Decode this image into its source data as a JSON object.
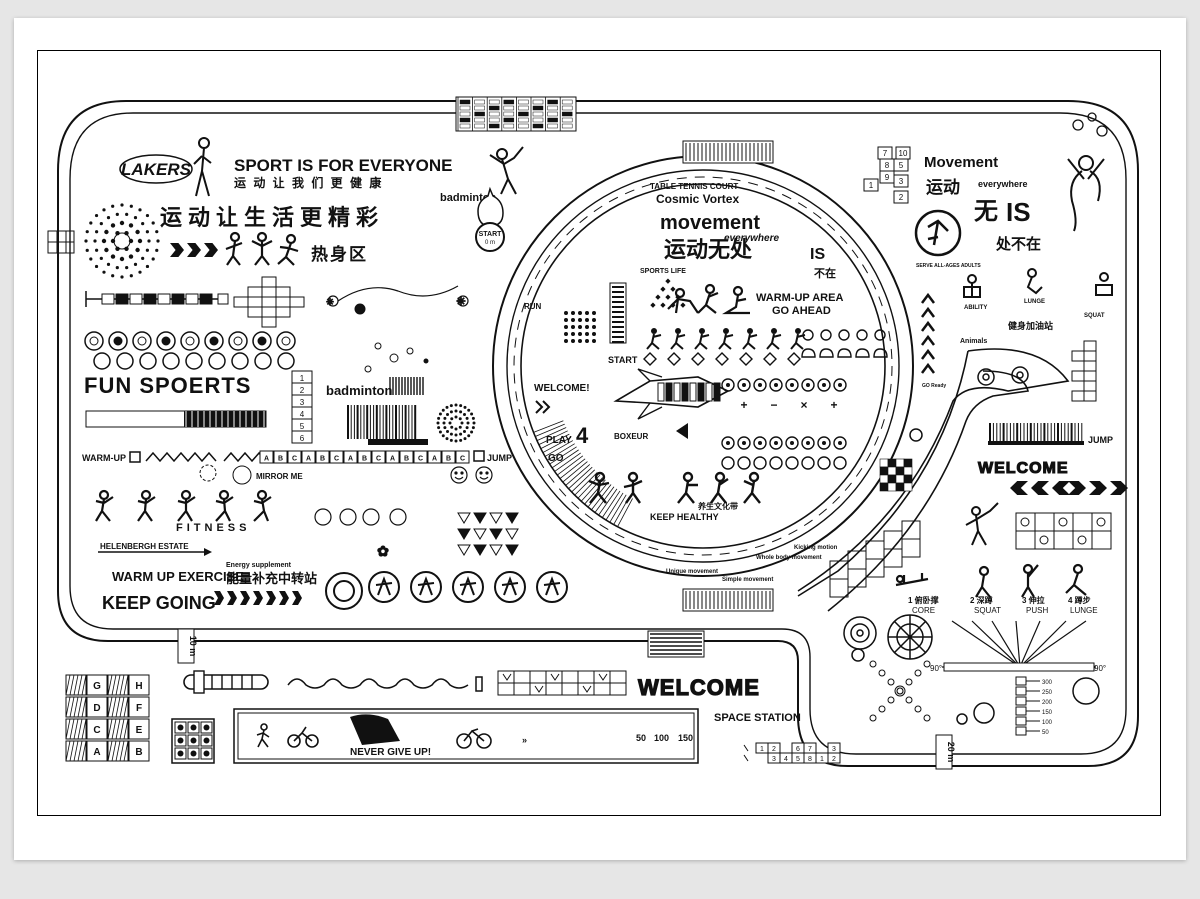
{
  "labels": {
    "sport_for_everyone": "SPORT IS FOR EVERYONE",
    "sport_sub_cn": "运 动 让 我 们 更 健 康",
    "badminton_top": "badminton",
    "sport_life_cn": "运动让生活更精彩",
    "hot_zone_cn": "热身区",
    "start_badge": "START",
    "start_badge_sub": "0 m",
    "lakers": "LAKERS",
    "fun_sports": "FUN SPOERTS",
    "badminton_mid": "badminton",
    "warm_up": "WARM-UP",
    "jump_left": "JUMP",
    "mirror_me": "MIRROR ME",
    "fitness": "FITNESS",
    "helenbergh": "HELENBERGH ESTATE",
    "warm_up_exercise": "WARM UP EXERCISE",
    "energy_supplement": "Energy supplement",
    "energy_cn": "能量补充中转站",
    "keep_going": "KEEP GOING",
    "table_tennis": "TABLE TENNIS COURT",
    "cosmic_vortex": "Cosmic Vortex",
    "movement_center": "movement",
    "everywhere_center": "everywhere",
    "yundong_wuchu_cn": "运动无处",
    "is_center": "IS",
    "zai_cn": "不在",
    "sports_life": "SPORTS LIFE",
    "warm_up_area": "WARM-UP AREA",
    "go_ahead": "GO AHEAD",
    "run": "RUN",
    "start_inner": "START",
    "welcome_inner": "WELCOME!",
    "play": "PLAY",
    "go": "GO",
    "boxeur": "BOXEUR",
    "keep_healthy": "KEEP HEALTHY",
    "culture_cn": "养生文化带",
    "movement_right": "Movement",
    "yundong_right_cn": "运动",
    "everywhere_right": "everywhere",
    "wu_right_cn": "无",
    "is_right": "IS",
    "chu_buzai_cn": "处不在",
    "serve_all_ages": "SERVE ALL-AGES ADULTS",
    "ability": "ABILITY",
    "lunge_top": "LUNGE",
    "squat_top": "SQUAT",
    "fitness_station_cn": "健身加油站",
    "animals": "Animals",
    "go_ready": "GO Ready",
    "jump_right": "JUMP",
    "welcome_right": "WELCOME",
    "core_cn": "1 俯卧撑",
    "core": "CORE",
    "squat_cn": "2 深蹲",
    "squat": "SQUAT",
    "push_cn": "3 伸拉",
    "push": "PUSH",
    "lunge_cn": "4 蹲步",
    "lunge": "LUNGE",
    "deg_90_left": "90°",
    "deg_90_right": "90°",
    "unique_movement": "Unique movement",
    "simple_movement": "Simple movement",
    "whole_body": "Whole body movement",
    "kicking_motion": "Kicking motion",
    "welcome_bottom": "WELCOME",
    "space_station": "SPACE STATION",
    "never_give_up": "NEVER GIVE UP!",
    "scale_50": "50",
    "scale_100": "100",
    "scale_150": "150",
    "dist_10m": "10 m",
    "dist_20m": "20 m"
  },
  "hopscotch_right": [
    "1",
    "2",
    "3",
    "5",
    "7",
    "8",
    "9",
    "10"
  ],
  "letter_grid": [
    "G",
    "H",
    "D",
    "F",
    "C",
    "E",
    "A",
    "B"
  ],
  "numbers_top": [
    "1 2 3 4",
    "5 6 7 8"
  ],
  "colors": {
    "ink": "#111111",
    "paper": "#ffffff",
    "frame": "#e6e6e6"
  }
}
